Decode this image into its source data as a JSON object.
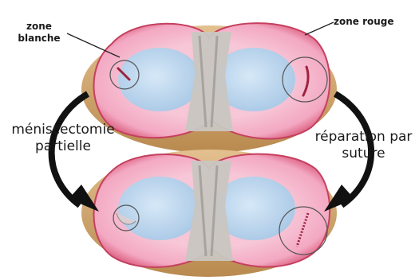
{
  "labels": {
    "zone_blanche": "zone\nblanche",
    "zone_rouge": "zone rouge",
    "meniscectomie": "méniscectomie\npartielle",
    "reparation": "réparation par\nsuture"
  },
  "colors": {
    "red_zone": "#f3a8c2",
    "red_zone_edge": "#c5405f",
    "white_zone": "#b9d6ef",
    "ligament": "#c9c6c2",
    "bone": "#cfa56b",
    "tear": "#a0223f",
    "arrow": "#111111"
  },
  "icons": [
    "meniscus-top",
    "meniscus-bottom",
    "curved-arrow-left",
    "curved-arrow-right"
  ]
}
